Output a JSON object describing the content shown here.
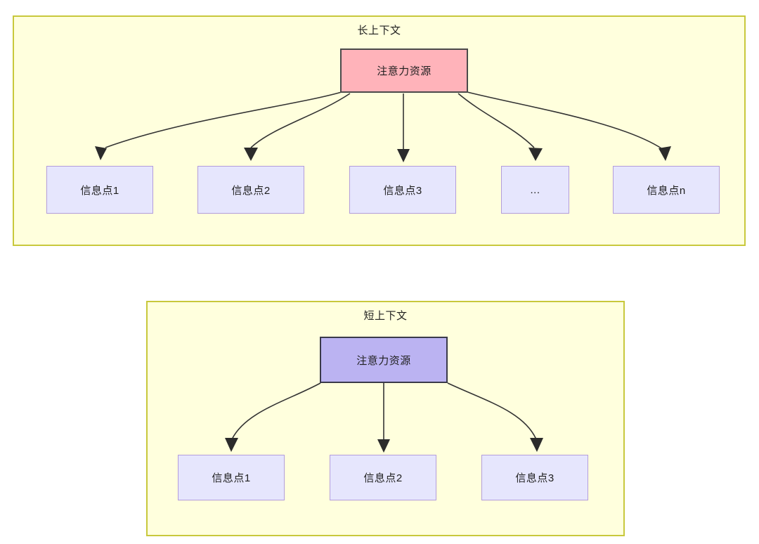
{
  "diagram": {
    "type": "flow-diagram",
    "background": "#ffffff",
    "colors": {
      "group_fill": "#ffffdd",
      "group_border": "#c8c83c",
      "attention_long_fill": "#ffb3ba",
      "attention_long_border": "#4a4a4a",
      "attention_short_fill": "#bbb3f2",
      "attention_short_border": "#3a3a4a",
      "info_fill": "#e6e6fd",
      "info_border": "#b39ddb",
      "edge_stroke": "#333333",
      "text": "#1f1f1f"
    },
    "groups": [
      {
        "id": "long-context",
        "title": "长上下文",
        "root": {
          "label": "注意力资源"
        },
        "children": [
          {
            "label": "信息点1"
          },
          {
            "label": "信息点2"
          },
          {
            "label": "信息点3"
          },
          {
            "label": "..."
          },
          {
            "label": "信息点n"
          }
        ]
      },
      {
        "id": "short-context",
        "title": "短上下文",
        "root": {
          "label": "注意力资源"
        },
        "children": [
          {
            "label": "信息点1"
          },
          {
            "label": "信息点2"
          },
          {
            "label": "信息点3"
          }
        ]
      }
    ]
  }
}
